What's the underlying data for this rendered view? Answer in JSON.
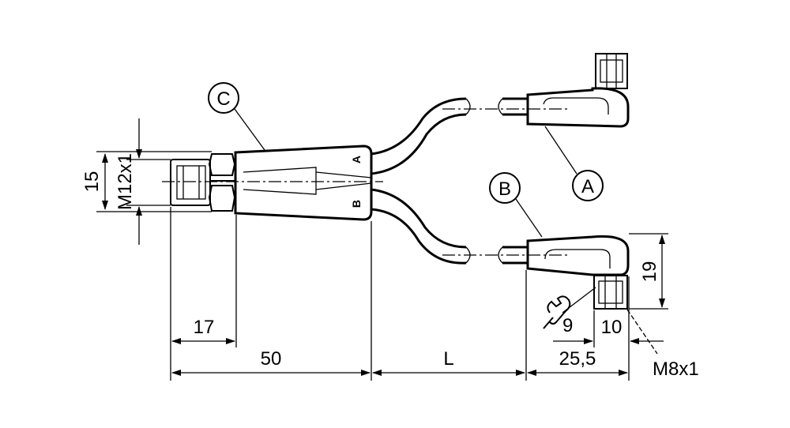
{
  "callouts": {
    "a": "A",
    "b": "B",
    "c": "C"
  },
  "connector_marks": {
    "a": "A",
    "b": "B"
  },
  "dimensions": {
    "left_height": "15",
    "left_thread": "M12x1",
    "length_17": "17",
    "length_50": "50",
    "length_L": "L",
    "height_19": "19",
    "wrench_size": "9",
    "width_10": "10",
    "length_25_5": "25,5",
    "right_thread": "M8x1"
  },
  "colors": {
    "line": "#000000",
    "background": "#ffffff"
  }
}
